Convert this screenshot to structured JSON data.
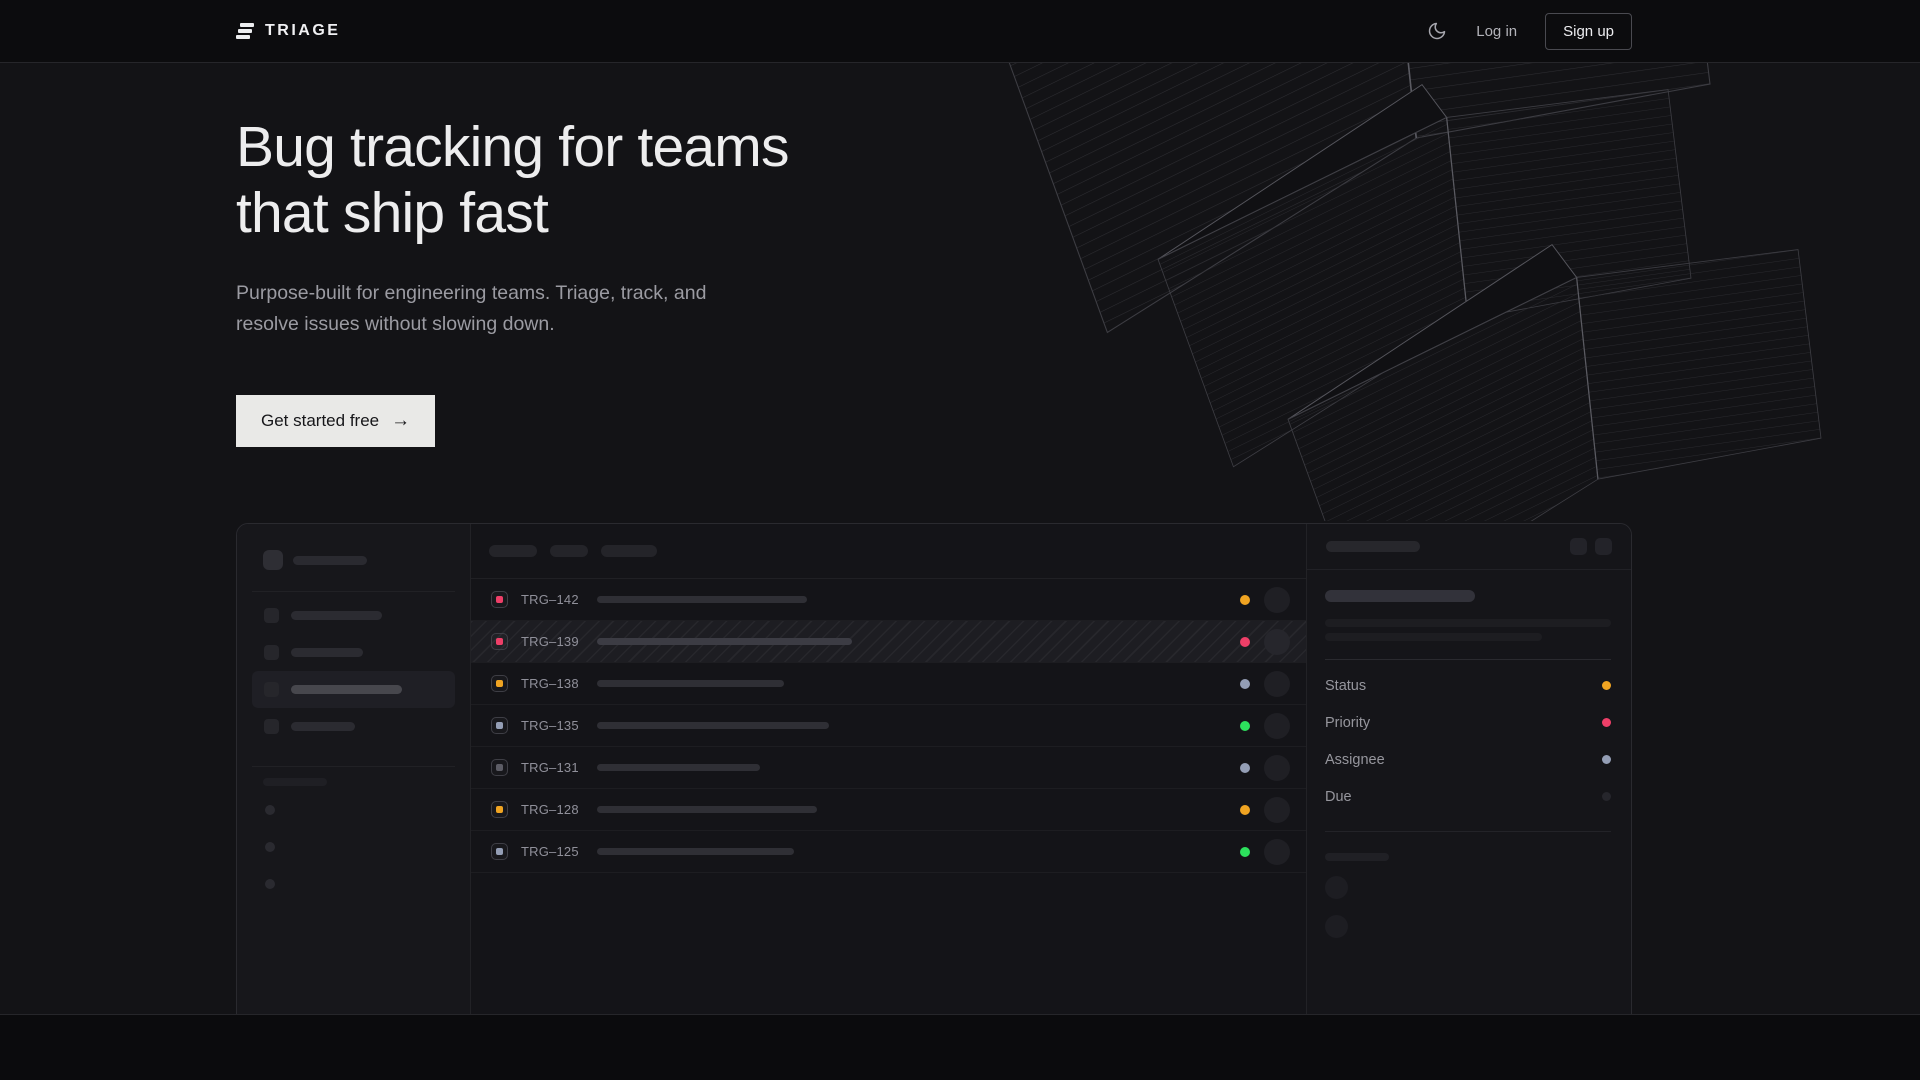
{
  "nav": {
    "brand": "TRIAGE",
    "theme_toggle_icon": "moon-icon",
    "login_label": "Log in",
    "signup_label": "Sign up"
  },
  "hero": {
    "heading_line1": "Bug tracking for teams",
    "heading_line2": "that ship fast",
    "subtitle_line1": "Purpose-built for engineering teams. Triage, track, and",
    "subtitle_line2": "resolve issues without slowing down.",
    "cta_label": "Get started free",
    "cta_arrow": "→"
  },
  "app_preview": {
    "issues": [
      {
        "id": "TRG–142",
        "icon_color": "#ee3f68",
        "status_dot": "#f0a422",
        "title_bar_width": 210,
        "selected": false
      },
      {
        "id": "TRG–139",
        "icon_color": "#ee3f68",
        "status_dot": "#ee3f68",
        "title_bar_width": 255,
        "selected": true
      },
      {
        "id": "TRG–138",
        "icon_color": "#f0a422",
        "status_dot": "#949eb5",
        "title_bar_width": 187,
        "selected": false
      },
      {
        "id": "TRG–135",
        "icon_color": "#949eb5",
        "status_dot": "#2de15d",
        "title_bar_width": 232,
        "selected": false
      },
      {
        "id": "TRG–131",
        "icon_color": "#5d5d66",
        "status_dot": "#949eb5",
        "title_bar_width": 163,
        "selected": false
      },
      {
        "id": "TRG–128",
        "icon_color": "#f0a422",
        "status_dot": "#f0a422",
        "title_bar_width": 220,
        "selected": false
      },
      {
        "id": "TRG–125",
        "icon_color": "#949eb5",
        "status_dot": "#2de15d",
        "title_bar_width": 197,
        "selected": false
      }
    ],
    "detail_fields": [
      {
        "label": "Status",
        "dot": "#f0a422"
      },
      {
        "label": "Priority",
        "dot": "#ee3f68"
      },
      {
        "label": "Assignee",
        "dot": "#949eb5"
      },
      {
        "label": "Due",
        "dot": "#26262c"
      }
    ]
  },
  "colors": {
    "amber": "#f0a422",
    "pink": "#ee3f68",
    "green": "#2de15d",
    "steel_blue": "#949eb5",
    "cta_bg": "#e9e9e7",
    "page_bg": "#131316"
  }
}
